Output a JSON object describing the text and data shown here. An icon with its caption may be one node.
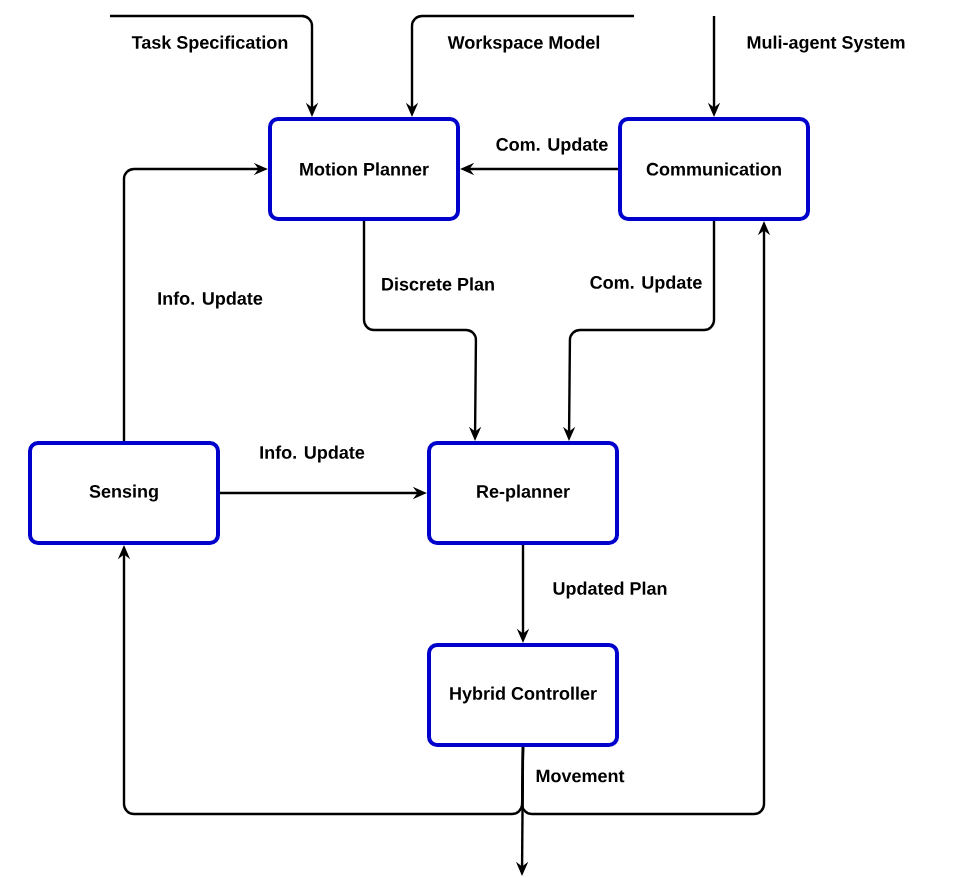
{
  "diagram": {
    "nodes": [
      {
        "text": [
          "Motion Planner"
        ]
      },
      {
        "text": [
          "Communication"
        ]
      },
      {
        "text": [
          "Sensing"
        ]
      },
      {
        "text": [
          "Re-planner"
        ]
      },
      {
        "text": [
          "Hybrid Controller"
        ]
      }
    ],
    "edges": [
      {
        "from": null,
        "to": 0,
        "arrow": "to",
        "label": "Task Specification"
      },
      {
        "from": null,
        "to": 0,
        "arrow": "to",
        "label": "Workspace Model"
      },
      {
        "from": null,
        "to": 1,
        "arrow": "to",
        "label": "Muli-agent System"
      },
      {
        "from": 1,
        "to": 0,
        "arrow": "to",
        "label": "Com. Update"
      },
      {
        "from": 2,
        "to": 0,
        "arrow": "to",
        "label": "Info. Update"
      },
      {
        "from": 0,
        "to": 3,
        "arrow": "to",
        "label": "Discrete Plan"
      },
      {
        "from": 1,
        "to": 3,
        "arrow": "to",
        "label": "Com. Update"
      },
      {
        "from": 2,
        "to": 3,
        "arrow": "to",
        "label": "Info. Update"
      },
      {
        "from": 3,
        "to": 4,
        "arrow": "to",
        "label": "Updated Plan"
      },
      {
        "from": 4,
        "to": null,
        "arrow": "to",
        "label": "Movement"
      },
      {
        "from": 4,
        "to": 2,
        "arrow": "to"
      },
      {
        "from": 4,
        "to": 1,
        "arrow": "to"
      }
    ]
  }
}
